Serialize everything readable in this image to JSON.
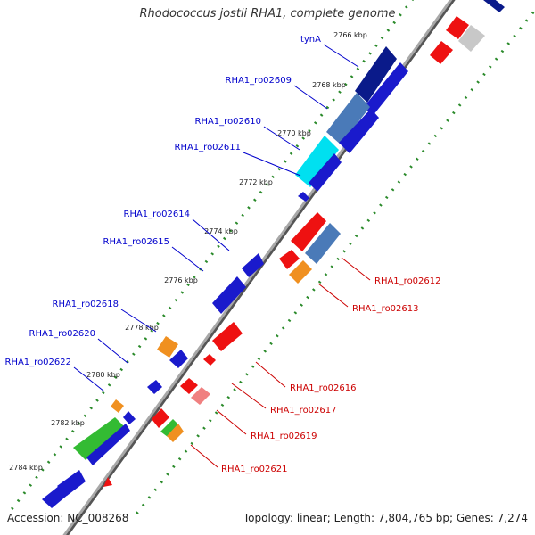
{
  "title": "Rhodococcus jostii RHA1, complete genome",
  "footer": {
    "accession": "Accession: NC_008268",
    "summary": "Topology: linear; Length: 7,804,765 bp; Genes: 7,274"
  },
  "colors": {
    "backbone": "#909090",
    "tick": "#2a8a2a",
    "forward_label": "#0000cc",
    "reverse_label": "#cc0000"
  },
  "scale": {
    "unit": "kbp",
    "ticks": [
      2766,
      2768,
      2770,
      2772,
      2774,
      2776,
      2778,
      2780,
      2782,
      2784
    ]
  },
  "features": [
    {
      "name": "tynA",
      "strand": "+",
      "color": "#0a1a8a",
      "label_side": "left"
    },
    {
      "name": "RHA1_ro02609",
      "strand": "+",
      "color": "#1a1acc",
      "label_side": "left"
    },
    {
      "name": "RHA1_ro02610",
      "strand": "+",
      "color": "#4a7ab8",
      "label_side": "left"
    },
    {
      "name": "RHA1_ro02611",
      "strand": "+",
      "color": "#00e0f0",
      "label_side": "left"
    },
    {
      "name": "RHA1_ro02612",
      "strand": "-",
      "color": "#ee1111",
      "label_side": "right"
    },
    {
      "name": "RHA1_ro02613",
      "strand": "-",
      "color": "#4a7ab8",
      "label_side": "right"
    },
    {
      "name": "RHA1_ro02614",
      "strand": "+",
      "color": "#1a1acc",
      "label_side": "left"
    },
    {
      "name": "RHA1_ro02615",
      "strand": "+",
      "color": "#1a1acc",
      "label_side": "left"
    },
    {
      "name": "RHA1_ro02616",
      "strand": "-",
      "color": "#ee1111",
      "label_side": "right"
    },
    {
      "name": "RHA1_ro02617",
      "strand": "-",
      "color": "#f08080",
      "label_side": "right"
    },
    {
      "name": "RHA1_ro02618",
      "strand": "+",
      "color": "#f09020",
      "label_side": "left"
    },
    {
      "name": "RHA1_ro02619",
      "strand": "-",
      "color": "#33bb33",
      "label_side": "right"
    },
    {
      "name": "RHA1_ro02620",
      "strand": "+",
      "color": "#1a1acc",
      "label_side": "left"
    },
    {
      "name": "RHA1_ro02621",
      "strand": "-",
      "color": "#ee1111",
      "label_side": "right"
    },
    {
      "name": "RHA1_ro02622",
      "strand": "+",
      "color": "#33bb33",
      "label_side": "left"
    }
  ]
}
